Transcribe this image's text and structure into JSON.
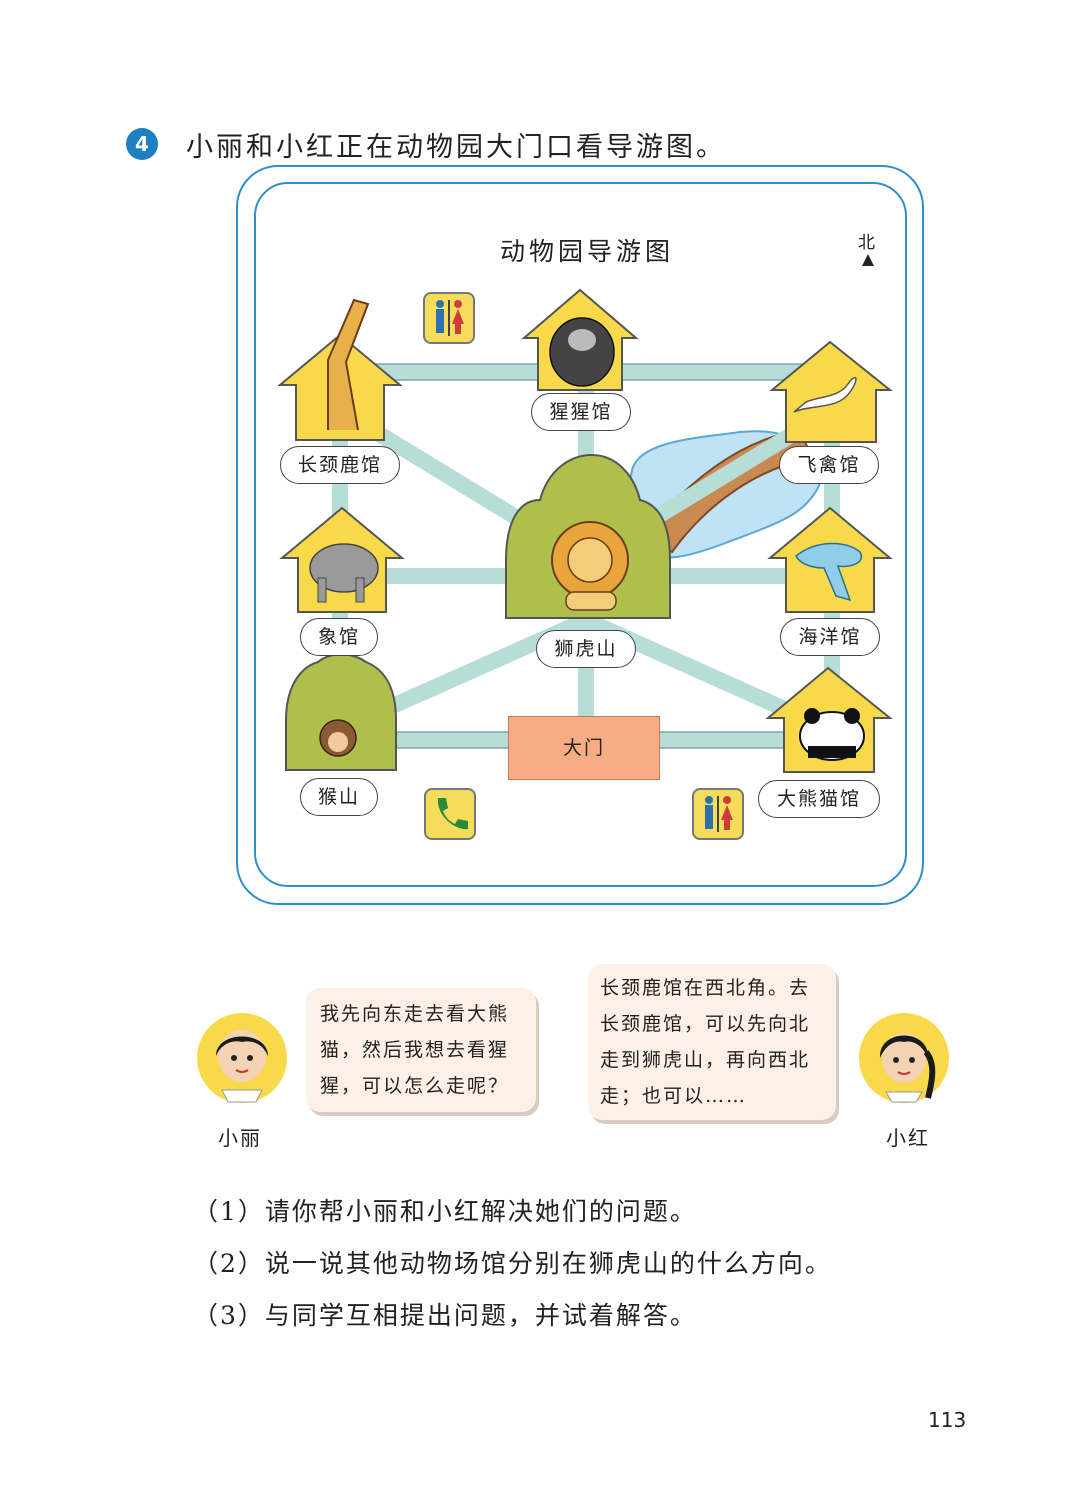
{
  "question": {
    "number": "4",
    "text": "小丽和小红正在动物园大门口看导游图。"
  },
  "map": {
    "title": "动物园导游图",
    "north": "北",
    "gate": "大门",
    "venues": {
      "giraffe": "长颈鹿馆",
      "gorilla": "猩猩馆",
      "birds": "飞禽馆",
      "elephant": "象馆",
      "lion": "狮虎山",
      "ocean": "海洋馆",
      "monkey": "猴山",
      "panda": "大熊猫馆"
    },
    "icons": [
      "restroom-icon",
      "phone-icon",
      "restroom-icon"
    ],
    "colors": {
      "path": "#b7ddd8",
      "house": "#f8d94a",
      "hill": "#aebf4c",
      "lake": "#bfe2f5",
      "gate": "#f6ad83",
      "frame": "#2f8fcc"
    }
  },
  "dialogue": {
    "left": {
      "name": "小丽",
      "lines": [
        "我先向东走去看大熊",
        "猫，然后我想去看猩",
        "猩，可以怎么走呢？"
      ]
    },
    "right": {
      "name": "小红",
      "lines": [
        "长颈鹿馆在西北角。去",
        "长颈鹿馆，可以先向北",
        "走到狮虎山，再向西北",
        "走；也可以……"
      ]
    }
  },
  "tasks": [
    "（1）请你帮小丽和小红解决她们的问题。",
    "（2）说一说其他动物场馆分别在狮虎山的什么方向。",
    "（3）与同学互相提出问题，并试着解答。"
  ],
  "page_number": "113"
}
